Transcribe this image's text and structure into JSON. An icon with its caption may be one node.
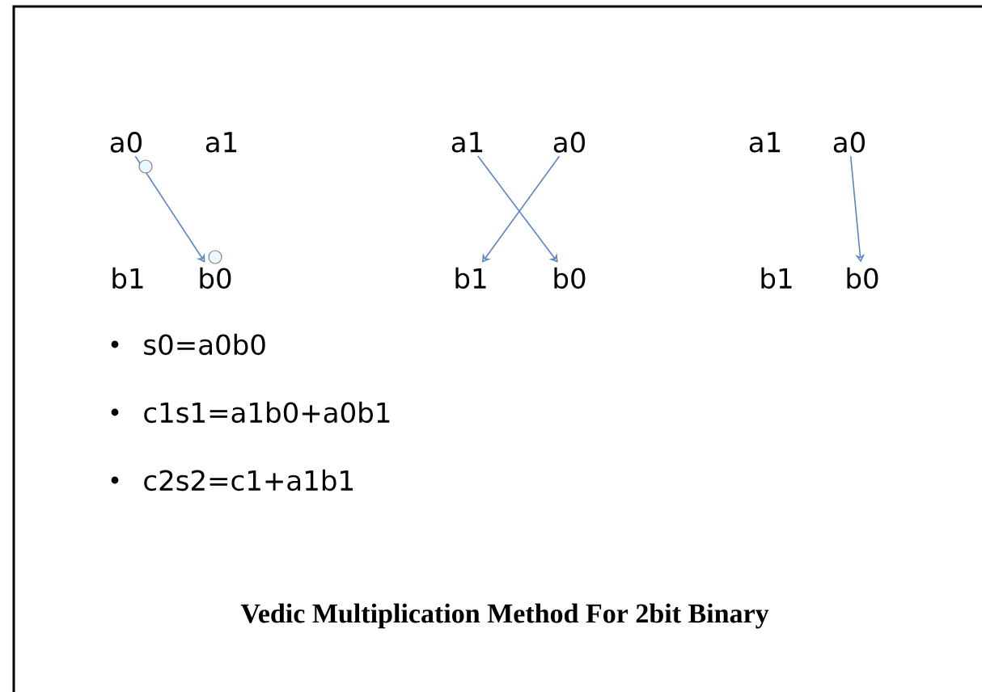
{
  "diagram": {
    "caption": "Vedic Multiplication Method For 2bit Binary",
    "nodes": [
      {
        "text": [
          "a0"
        ]
      },
      {
        "text": [
          "a1"
        ]
      },
      {
        "text": [
          "a1"
        ]
      },
      {
        "text": [
          "a0"
        ]
      },
      {
        "text": [
          "a1"
        ]
      },
      {
        "text": [
          "a0"
        ]
      },
      {
        "text": [
          "b1"
        ]
      },
      {
        "text": [
          "b0"
        ]
      },
      {
        "text": [
          "b1"
        ]
      },
      {
        "text": [
          "b0"
        ]
      },
      {
        "text": [
          "b1"
        ]
      },
      {
        "text": [
          "b0"
        ]
      }
    ],
    "edges": [
      {
        "from": 0,
        "to": 7,
        "arrow": "to"
      },
      {
        "from": 2,
        "to": 9,
        "arrow": "to"
      },
      {
        "from": 3,
        "to": 8,
        "arrow": "to"
      },
      {
        "from": 5,
        "to": 11,
        "arrow": "to"
      }
    ],
    "labels": [
      "s0=a0b0",
      "c1s1=a1b0+a0b1",
      "c2s2=c1+a1b1"
    ]
  }
}
